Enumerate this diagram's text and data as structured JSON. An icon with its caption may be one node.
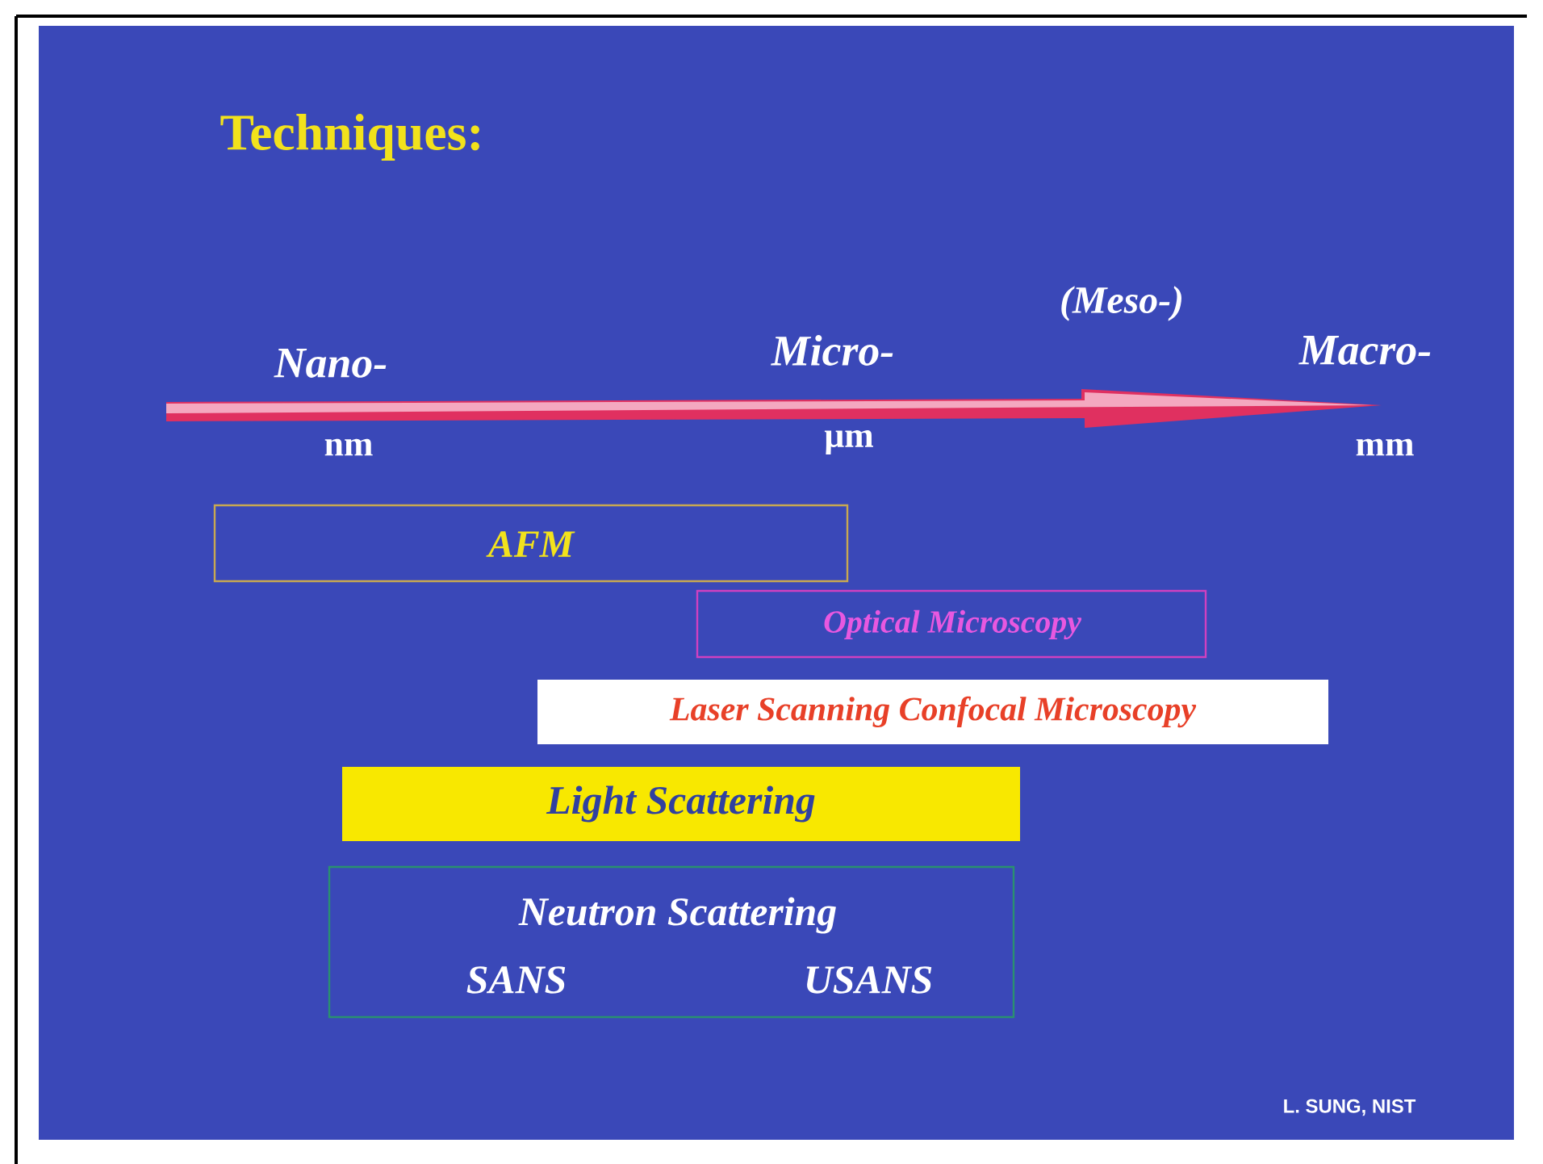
{
  "diagram": {
    "title": "Techniques:",
    "nodes": [
      {
        "text": [
          "AFM"
        ]
      },
      {
        "text": [
          "Optical Microscopy"
        ]
      },
      {
        "text": [
          "Laser Scanning Confocal Microscopy"
        ]
      },
      {
        "text": [
          "Light Scattering"
        ]
      },
      {
        "text": [
          "Neutron Scattering",
          "SANS",
          "USANS"
        ]
      }
    ],
    "labels": [
      "(Meso-)",
      "Nano-",
      "Micro-",
      "Macro-",
      "nm",
      "μm",
      "mm",
      "L. SUNG, NIST"
    ]
  }
}
